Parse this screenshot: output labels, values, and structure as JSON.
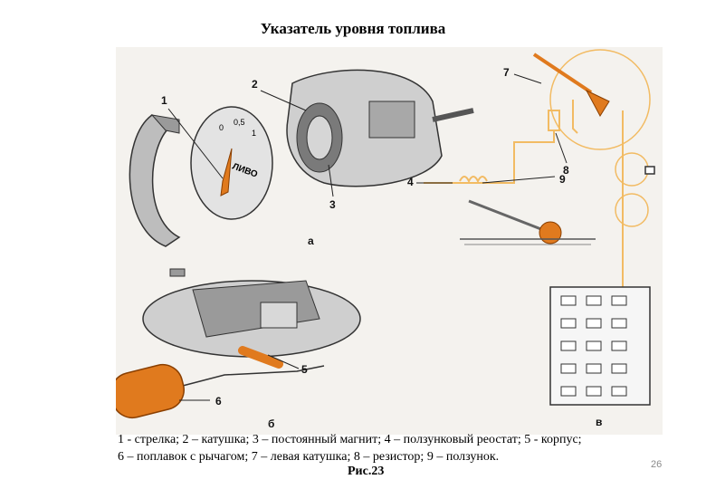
{
  "title": "Указатель уровня топлива",
  "figure": {
    "callouts": [
      "1",
      "2",
      "3",
      "4",
      "5",
      "6",
      "7",
      "8",
      "9"
    ],
    "dial_marks": [
      "0",
      "0,5",
      "1"
    ],
    "dial_word": "ЛИВО",
    "subfigures": [
      "а",
      "б",
      "в"
    ]
  },
  "caption": {
    "line1": "1 - стрелка; 2 – катушка; 3 – постоянный магнит; 4 – ползунковый реостат;  5 - корпус;",
    "line2": "6 – поплавок с рычагом; 7 – левая катушка; 8 – резистор; 9 – ползунок.",
    "figure_label": "Рис.23"
  },
  "page_number": "26",
  "colors": {
    "accent": "#e07a1e",
    "wire": "#f2bb63",
    "metal": "#b5b5b5"
  }
}
